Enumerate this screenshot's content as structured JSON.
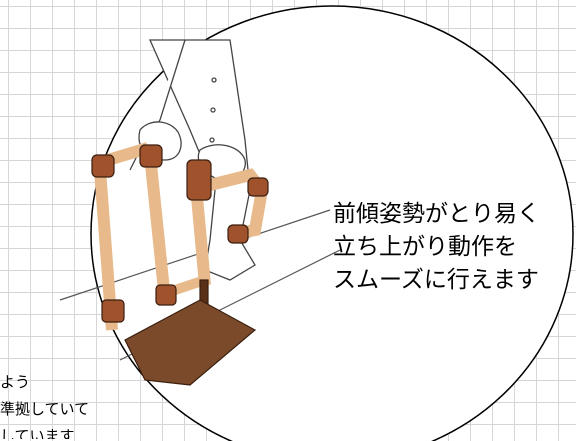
{
  "caption": {
    "lines": [
      "前傾姿勢がとり易く",
      "立ち上がり動作を",
      "スムーズに行えます"
    ]
  },
  "background_text": {
    "line1": "よう",
    "line2": "準拠していて",
    "line3": "しています"
  },
  "colors": {
    "handrail_joint": "#a0522d",
    "handrail_pipe": "#e8b98a",
    "base_plate": "#7b4a2a",
    "outline": "#000000"
  }
}
